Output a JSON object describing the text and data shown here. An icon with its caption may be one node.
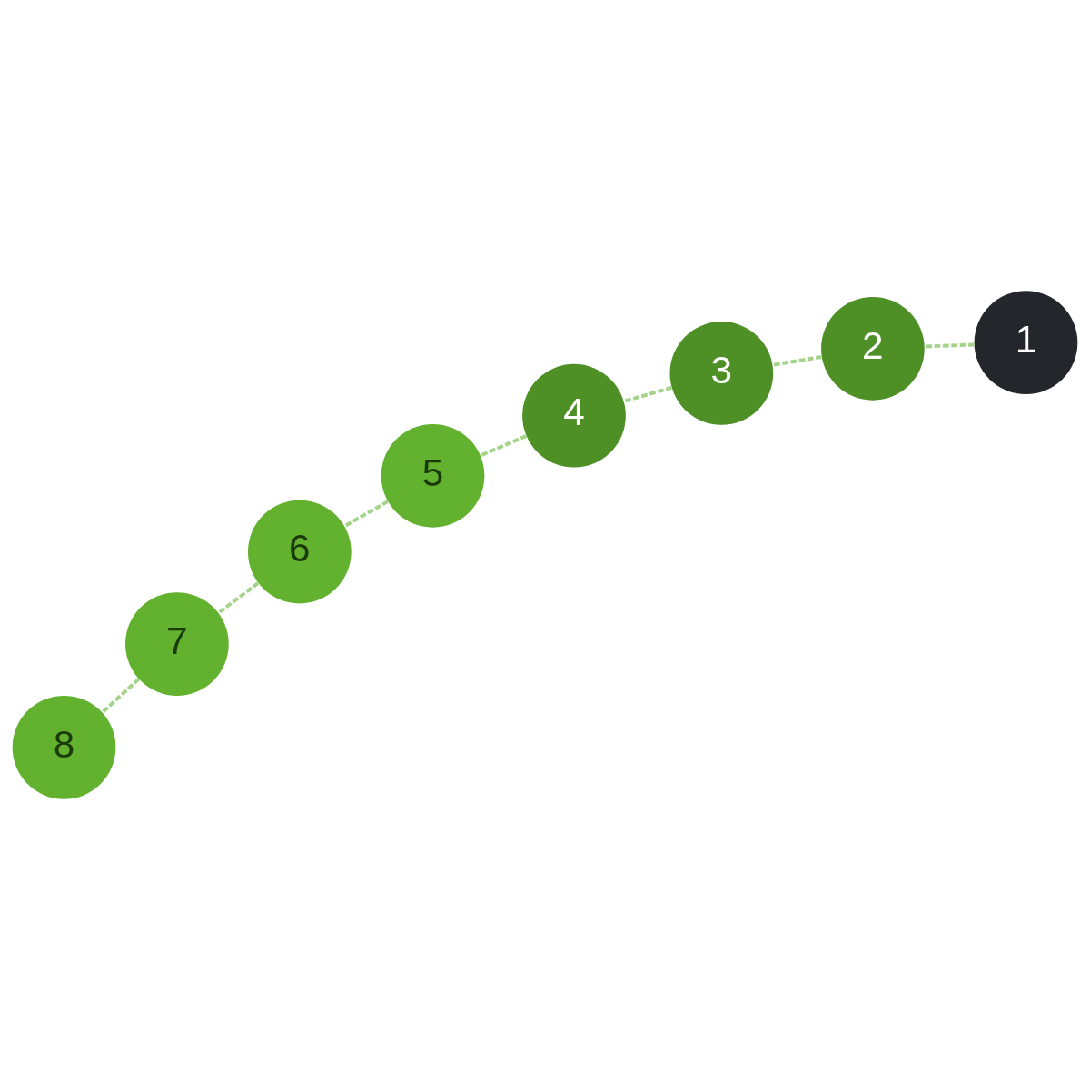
{
  "diagram": {
    "nodes": [
      {
        "text": [
          "1"
        ]
      },
      {
        "text": [
          "7"
        ]
      },
      {
        "text": [
          "5"
        ]
      },
      {
        "text": [
          "4"
        ]
      },
      {
        "text": [
          "3"
        ]
      },
      {
        "text": [
          "6"
        ]
      },
      {
        "text": [
          "8"
        ]
      },
      {
        "text": [
          "2"
        ]
      }
    ],
    "edges": [
      {
        "from": 0,
        "to": 7,
        "arrow": "none",
        "style": "dashed"
      },
      {
        "from": 7,
        "to": 4,
        "arrow": "none",
        "style": "dashed"
      },
      {
        "from": 4,
        "to": 3,
        "arrow": "none",
        "style": "dashed"
      },
      {
        "from": 3,
        "to": 2,
        "arrow": "none",
        "style": "dashed"
      },
      {
        "from": 2,
        "to": 5,
        "arrow": "none",
        "style": "dashed"
      },
      {
        "from": 5,
        "to": 1,
        "arrow": "none",
        "style": "dashed"
      },
      {
        "from": 1,
        "to": 6,
        "arrow": "none",
        "style": "dashed"
      }
    ]
  }
}
